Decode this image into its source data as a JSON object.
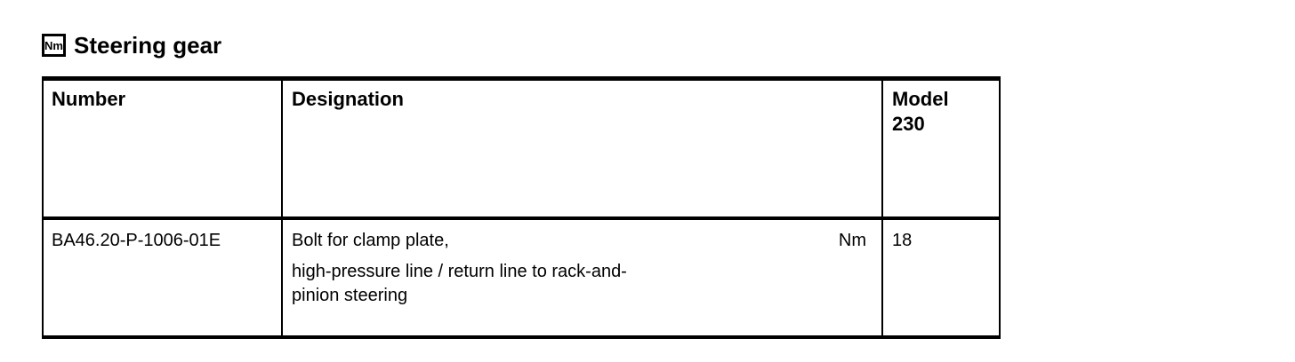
{
  "colors": {
    "background": "#ffffff",
    "text": "#000000",
    "border": "#000000"
  },
  "header": {
    "icon_label": "Nm",
    "title": "Steering gear"
  },
  "table": {
    "columns": [
      {
        "label": "Number"
      },
      {
        "label": "Designation"
      },
      {
        "label": "Model",
        "sub_label": "230"
      }
    ],
    "rows": [
      {
        "number": "BA46.20-P-1006-01E",
        "designation_line1": "Bolt for clamp plate,",
        "designation_unit": "Nm",
        "designation_line2": "high-pressure line / return line to rack-and-",
        "designation_line3": "pinion steering",
        "model_230_value": "18"
      }
    ]
  }
}
